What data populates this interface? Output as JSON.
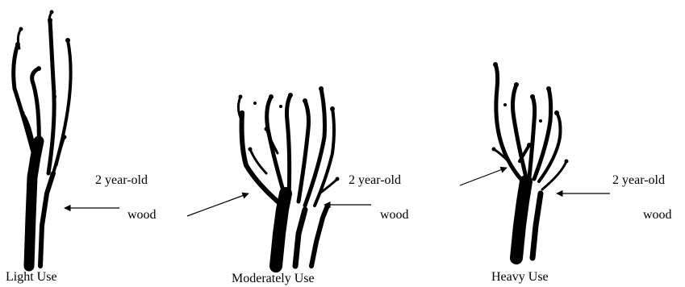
{
  "panels": [
    {
      "caption": "Light Use",
      "label_line1": "2 year-old",
      "label_line2": "wood"
    },
    {
      "caption": "Moderately Use",
      "label_line1": "2 year-old",
      "label_line2": "wood"
    },
    {
      "caption": "Heavy Use",
      "label_line1": "2 year-old",
      "label_line2": "wood"
    }
  ]
}
